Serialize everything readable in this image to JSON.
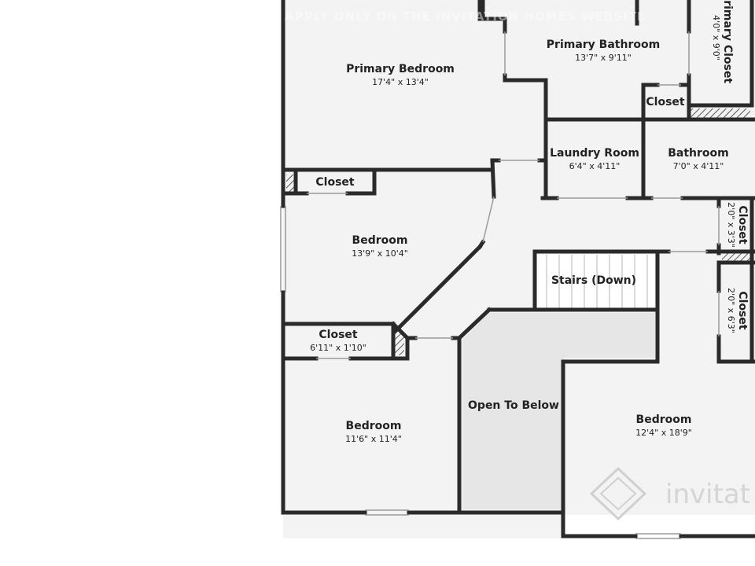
{
  "watermark": {
    "line1": "APPLY ONLY ON THE INVITATION HOMES WEBSITE",
    "logo": "invitat"
  },
  "rooms": {
    "primary_bedroom": {
      "name": "Primary Bedroom",
      "dims": "17'4\" x 13'4\""
    },
    "primary_bathroom": {
      "name": "Primary Bathroom",
      "dims": "13'7\" x 9'11\""
    },
    "primary_closet": {
      "name": "Primary Closet",
      "dims": "4'0\" x 9'0\""
    },
    "closet_bath": {
      "name": "Closet",
      "dims": ""
    },
    "laundry_room": {
      "name": "Laundry Room",
      "dims": "6'4\" x 4'11\""
    },
    "bathroom": {
      "name": "Bathroom",
      "dims": "7'0\" x 4'11\""
    },
    "closet_right_1": {
      "name": "Closet",
      "dims": "2'0\" x 3'3\""
    },
    "closet_right_2": {
      "name": "Closet",
      "dims": "2'0\" x 6'3\""
    },
    "closet_top_left": {
      "name": "Closet",
      "dims": ""
    },
    "bedroom_mid": {
      "name": "Bedroom",
      "dims": "13'9\" x 10'4\""
    },
    "closet_mid": {
      "name": "Closet",
      "dims": "6'11\" x 1'10\""
    },
    "stairs": {
      "name": "Stairs (Down)",
      "dims": ""
    },
    "open_to_below": {
      "name": "Open To Below",
      "dims": ""
    },
    "bedroom_bottom_left": {
      "name": "Bedroom",
      "dims": "11'6\" x 11'4\""
    },
    "bedroom_bottom_right": {
      "name": "Bedroom",
      "dims": "12'4\" x 18'9\""
    }
  }
}
